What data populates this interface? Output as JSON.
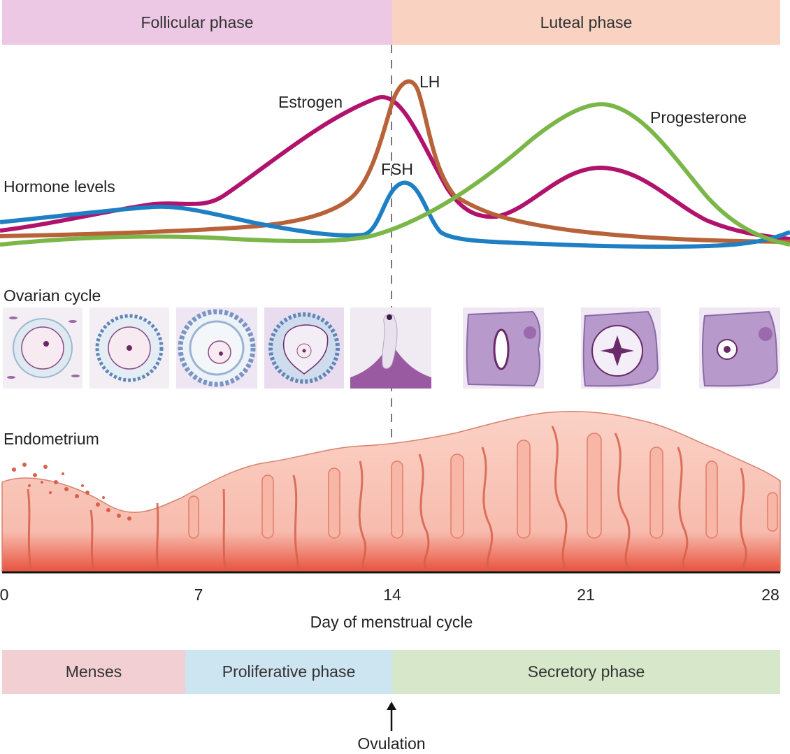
{
  "top_phases": [
    {
      "label": "Follicular phase",
      "color": "#ecc8e4"
    },
    {
      "label": "Luteal phase",
      "color": "#f9d2c2"
    }
  ],
  "section_labels": {
    "hormones": "Hormone levels",
    "ovarian": "Ovarian cycle",
    "endometrium": "Endometrium"
  },
  "hormones": [
    {
      "name": "Estrogen",
      "color": "#b1126b"
    },
    {
      "name": "LH",
      "color": "#b8623a"
    },
    {
      "name": "FSH",
      "color": "#1f7fc4"
    },
    {
      "name": "Progesterone",
      "color": "#7ab648"
    }
  ],
  "axis": {
    "ticks": [
      "0",
      "7",
      "14",
      "21",
      "28"
    ],
    "title": "Day of menstrual cycle"
  },
  "bottom_phases": [
    {
      "label": "Menses",
      "color": "#f2cfd2"
    },
    {
      "label": "Proliferative phase",
      "color": "#cde4f1"
    },
    {
      "label": "Secretory phase",
      "color": "#d6e8c9"
    }
  ],
  "ovulation_label": "Ovulation",
  "ovarian_stages": [
    "primordial-follicle-icon",
    "primary-follicle-icon",
    "secondary-follicle-icon",
    "tertiary-follicle-icon",
    "ovulation-icon",
    "corpus-luteum-icon",
    "mature-corpus-luteum-icon",
    "corpus-albicans-icon"
  ]
}
